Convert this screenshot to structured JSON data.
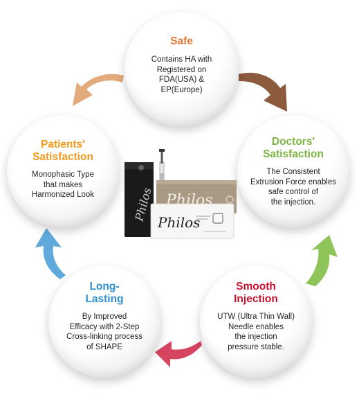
{
  "nodes": [
    {
      "id": "safe",
      "title": [
        "Safe"
      ],
      "lines": [
        "Contains HA with",
        "Registered on",
        "FDA(USA) &",
        "EP(Europe)"
      ],
      "color": "#e07b39"
    },
    {
      "id": "doctors",
      "title": [
        "Doctors'",
        "Satisfaction"
      ],
      "lines": [
        "The Consistent",
        "Extrusion Force enables",
        "safe control of",
        "the injection."
      ],
      "color": "#7db542"
    },
    {
      "id": "smooth",
      "title": [
        "Smooth",
        "Injection"
      ],
      "lines": [
        "UTW (Ultra Thin Wall)",
        "Needle enables",
        "the injection",
        "pressure stable."
      ],
      "color": "#c8102e"
    },
    {
      "id": "long",
      "title": [
        "Long-",
        "Lasting"
      ],
      "lines": [
        "By Improved",
        "Efficacy with 2-Step",
        "Cross-linking process",
        "of SHAPE"
      ],
      "color": "#2e8fd1"
    },
    {
      "id": "patients",
      "title": [
        "Patients'",
        "Satisfaction"
      ],
      "lines": [
        "Monophasic Type",
        "that makes",
        "Harmonized Look"
      ],
      "color": "#f39a1e"
    }
  ],
  "product": {
    "brand": "Philos"
  },
  "arrows": {
    "colors": {
      "safe_to_doctors": "#8c5a3c",
      "doctors_to_smooth": "#8fc45a",
      "smooth_to_long": "#d64560",
      "long_to_patients": "#5fa9dc",
      "patients_to_safe": "#e3aa7c"
    }
  }
}
